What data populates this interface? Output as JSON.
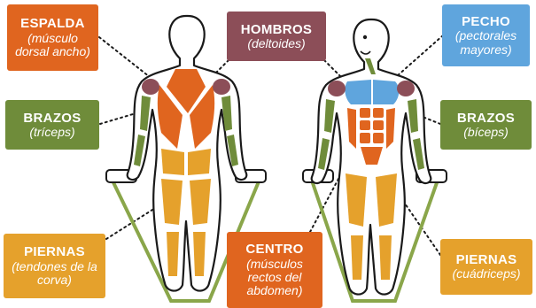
{
  "labels": {
    "espalda": {
      "title": "ESPALDA",
      "subtitle": "(músculo dorsal ancho)",
      "color": "#e0651f"
    },
    "hombros": {
      "title": "HOMBROS",
      "subtitle": "(deltoides)",
      "color": "#8c4e58"
    },
    "pecho": {
      "title": "PECHO",
      "subtitle": "(pectorales mayores)",
      "color": "#5fa5dd"
    },
    "brazos_left": {
      "title": "BRAZOS",
      "subtitle": "(tríceps)",
      "color": "#6f8c3a"
    },
    "brazos_right": {
      "title": "BRAZOS",
      "subtitle": "(bíceps)",
      "color": "#6f8c3a"
    },
    "piernas_left": {
      "title": "PIERNAS",
      "subtitle": "(tendones de la corva)",
      "color": "#e5a12c"
    },
    "centro": {
      "title": "CENTRO",
      "subtitle": "(músculos rectos del abdomen)",
      "color": "#e0651f"
    },
    "piernas_right": {
      "title": "PIERNAS",
      "subtitle": "(cuádriceps)",
      "color": "#e5a12c"
    }
  },
  "colors": {
    "outline": "#1a1a1a",
    "band": "#8aa64a",
    "leader": "#1a1a1a"
  },
  "figures": [
    "back-view-body",
    "front-view-body"
  ]
}
